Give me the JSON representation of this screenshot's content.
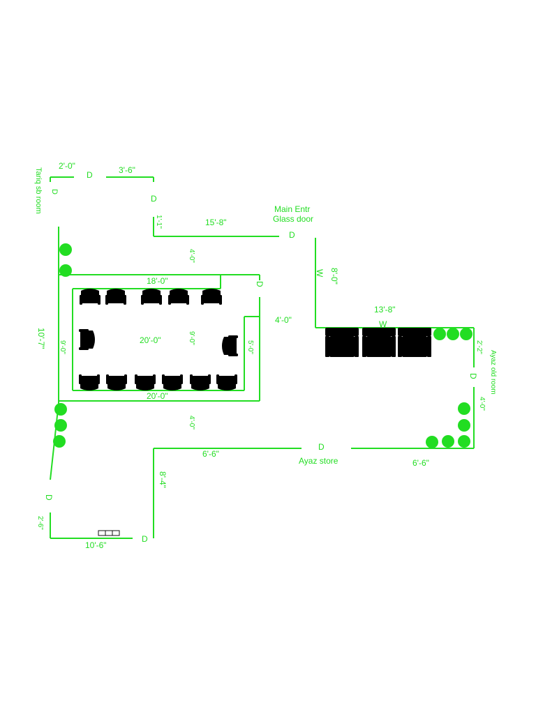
{
  "colors": {
    "line": "#22dd22",
    "chair": "#111111"
  },
  "labels": {
    "dim_2_0": "2'-0\"",
    "door_top_1": "D",
    "dim_3_6": "3'-6\"",
    "door_top_2": "D",
    "tariq_room": "Tariq sb room",
    "door_tariq": "D",
    "dim_1_1": "1'-1\"",
    "dim_15_8": "15'-8\"",
    "main_entr": "Main Entr",
    "glass_door": "Glass door",
    "door_main": "D",
    "dim_4_0_a": "4'-0\"",
    "dim_18_0": "18'-0\"",
    "door_conf": "D",
    "dim_8_0": "8'-0\"",
    "window_left": "W",
    "dim_13_8": "13'-8\"",
    "window_top": "W",
    "dim_4_0_b": "4'-0\"",
    "dim_10_7": "10'-7\"",
    "dim_9_0_a": "9'-0\"",
    "dim_20_0_a": "20'-0\"",
    "dim_9_0_b": "9'-0\"",
    "dim_5_0": "5'-0\"",
    "dim_20_0_b": "20'-0\"",
    "dim_2_2": "2'-2\"",
    "ayaz_old_room": "Ayaz old room",
    "door_ayaz_old": "D",
    "dim_4_0_c": "4'-0\"",
    "dim_4_0_d": "4'-0\"",
    "dim_6_6_a": "6'-6\"",
    "door_store": "D",
    "ayaz_store": "Ayaz store",
    "dim_6_6_b": "6'-6\"",
    "dim_8_4": "8'-4\"",
    "door_bottom_left": "D",
    "dim_2_6": "2'-6\"",
    "dim_10_6": "10'-6\"",
    "door_bottom": "D"
  }
}
